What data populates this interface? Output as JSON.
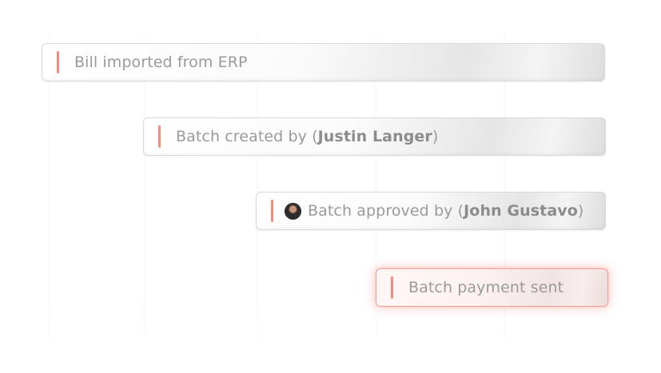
{
  "timeline": {
    "items": [
      {
        "text": "Bill imported from ERP"
      },
      {
        "prefix": "Batch created by (",
        "name": "Justin Langer",
        "suffix": ")"
      },
      {
        "prefix": "Batch approved by (",
        "name": "John Gustavo",
        "suffix": ")",
        "avatar_icon": "user-avatar-photo"
      },
      {
        "text": "Batch payment sent",
        "state": "active"
      }
    ]
  },
  "colors": {
    "accent": "#f48a7e",
    "active_border": "#f29d93",
    "text": "#9a9a9a",
    "card_border": "#d9d9d9"
  }
}
